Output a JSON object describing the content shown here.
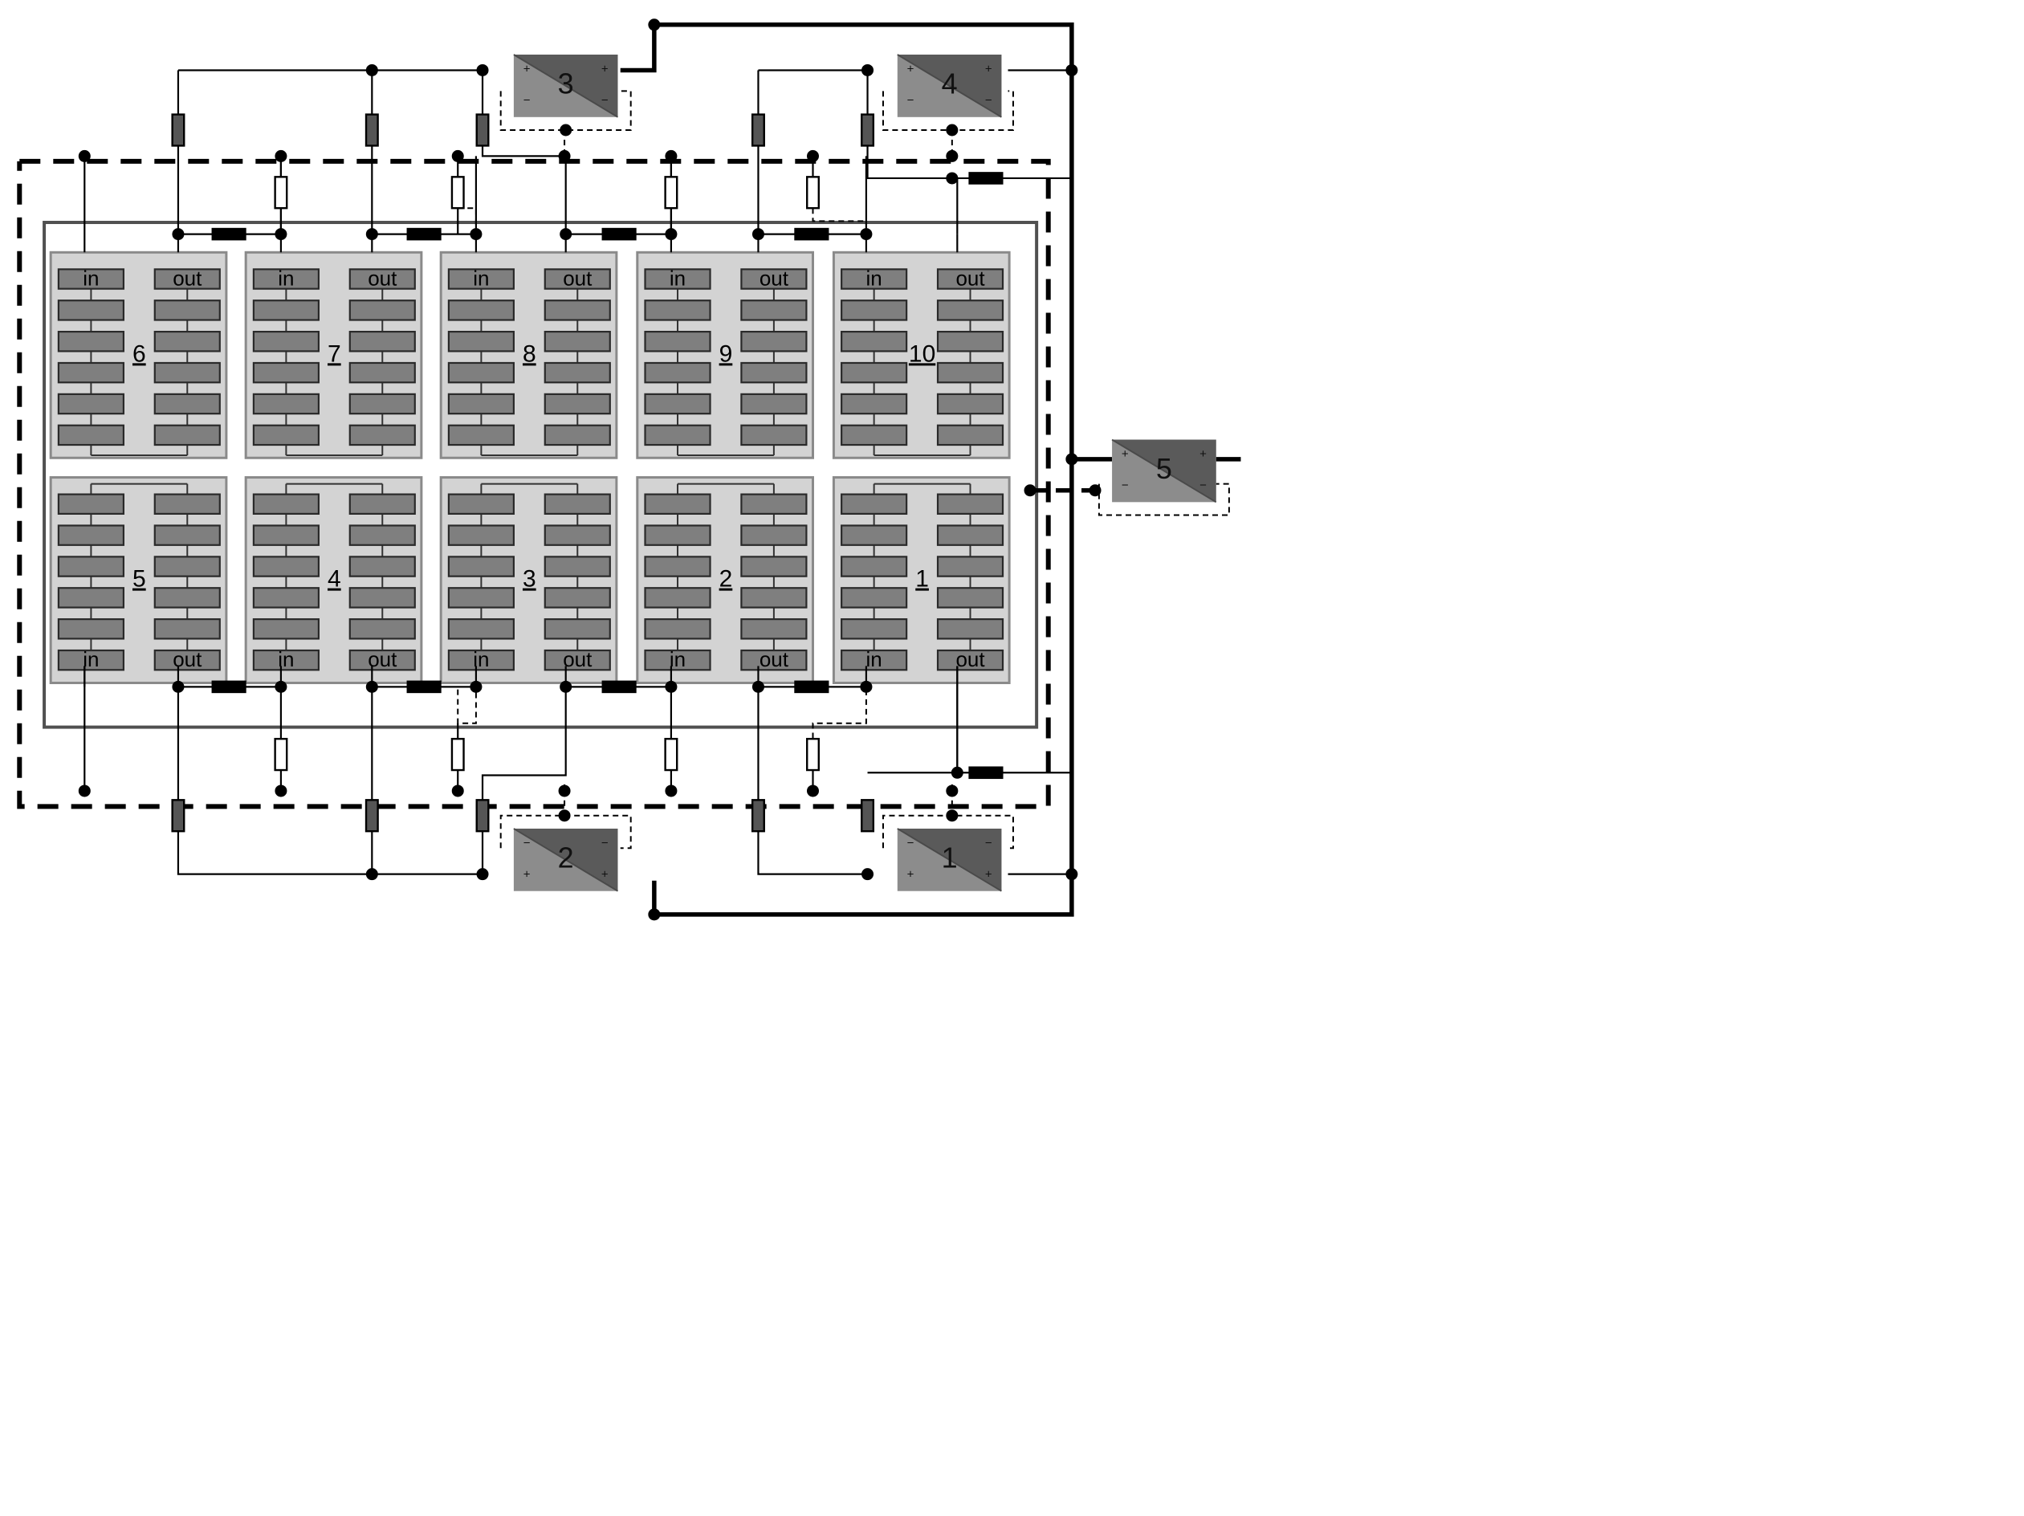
{
  "colors": {
    "background": "#ffffff",
    "wire": "#000000",
    "frame": "#505050",
    "module_fill": "#d3d3d3",
    "module_border": "#8a8a8a",
    "cell_fill": "#7f7f7f",
    "cell_stroke": "#2a2a2a",
    "converter_light": "#8c8c8c",
    "converter_dark": "#5a5a5a",
    "resistor_dark": "#555555",
    "heater_black": "#000000"
  },
  "modules": [
    {
      "row": "top",
      "number": "6",
      "in_label": "in",
      "out_label": "out"
    },
    {
      "row": "top",
      "number": "7",
      "in_label": "in",
      "out_label": "out"
    },
    {
      "row": "top",
      "number": "8",
      "in_label": "in",
      "out_label": "out"
    },
    {
      "row": "top",
      "number": "9",
      "in_label": "in",
      "out_label": "out"
    },
    {
      "row": "top",
      "number": "10",
      "in_label": "in",
      "out_label": "out"
    },
    {
      "row": "bottom",
      "number": "5",
      "in_label": "in",
      "out_label": "out"
    },
    {
      "row": "bottom",
      "number": "4",
      "in_label": "in",
      "out_label": "out"
    },
    {
      "row": "bottom",
      "number": "3",
      "in_label": "in",
      "out_label": "out"
    },
    {
      "row": "bottom",
      "number": "2",
      "in_label": "in",
      "out_label": "out"
    },
    {
      "row": "bottom",
      "number": "1",
      "in_label": "in",
      "out_label": "out"
    }
  ],
  "converters": [
    {
      "number": "3",
      "plus": "+",
      "minus": "−"
    },
    {
      "number": "4",
      "plus": "+",
      "minus": "−"
    },
    {
      "number": "2",
      "plus": "+",
      "minus": "−"
    },
    {
      "number": "1",
      "plus": "+",
      "minus": "−"
    },
    {
      "number": "5",
      "plus": "+",
      "minus": "−"
    }
  ]
}
